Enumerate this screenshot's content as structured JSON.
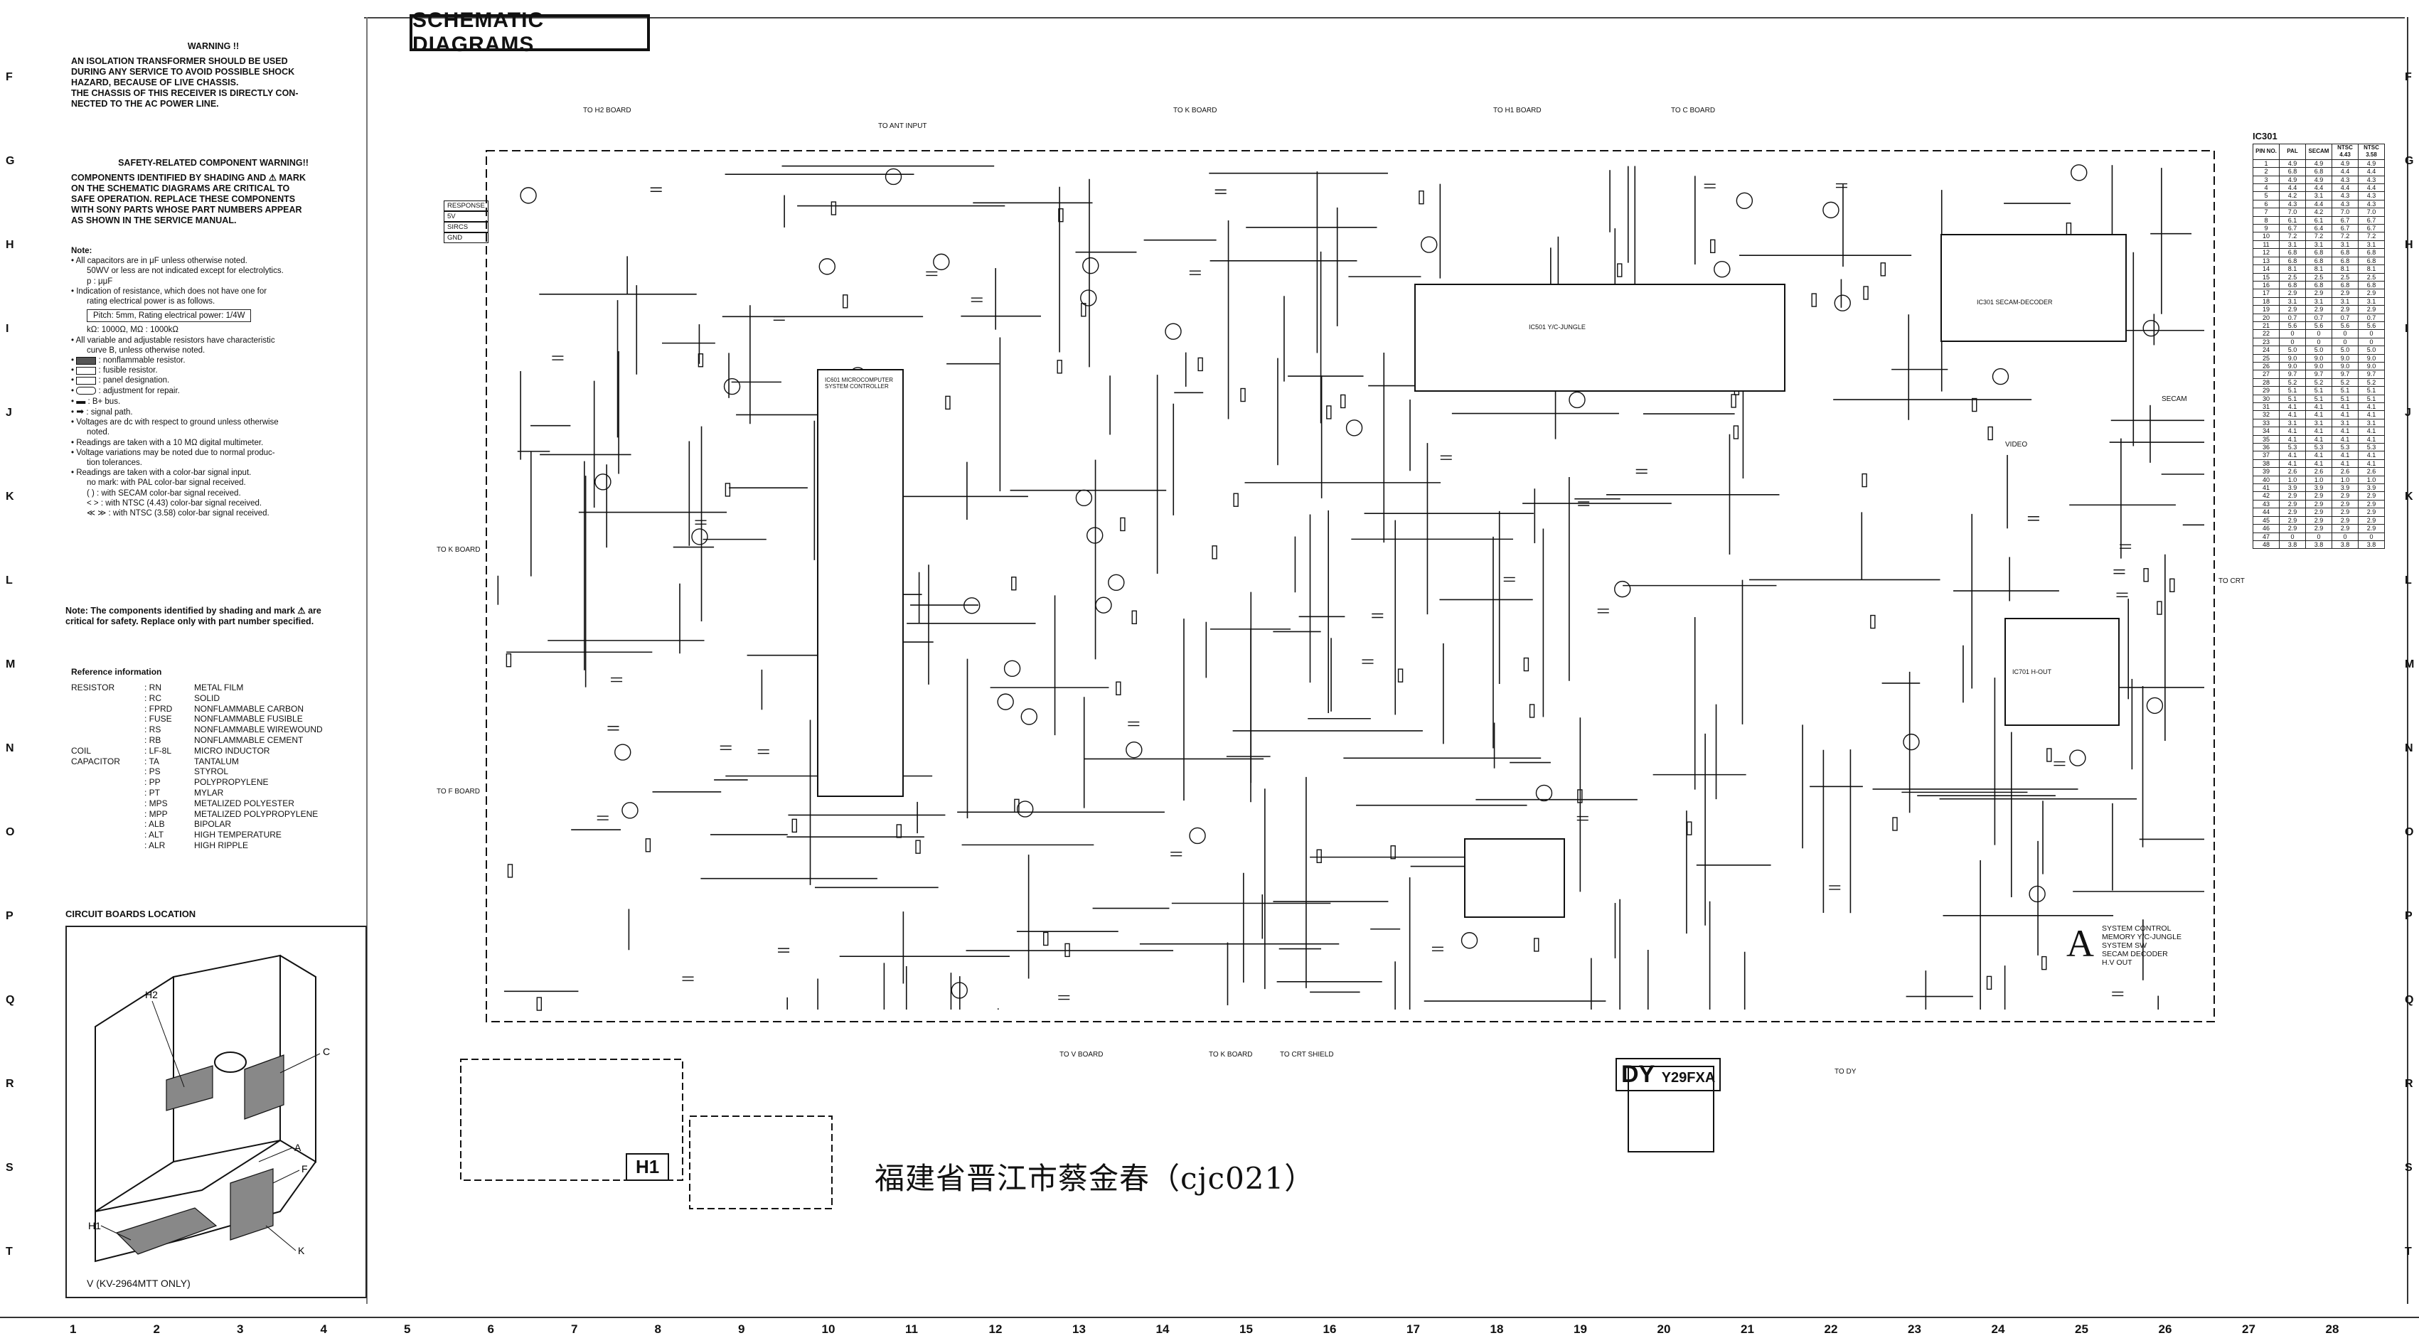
{
  "title": "SCHEMATIC DIAGRAMS",
  "warning": {
    "heading": "WARNING !!",
    "lines": [
      "AN ISOLATION TRANSFORMER SHOULD BE USED",
      "DURING ANY SERVICE TO AVOID POSSIBLE SHOCK",
      "HAZARD, BECAUSE OF LIVE CHASSIS.",
      "THE CHASSIS OF THIS RECEIVER IS DIRECTLY CON-",
      "NECTED TO THE AC POWER LINE."
    ]
  },
  "safety": {
    "heading": "SAFETY-RELATED COMPONENT WARNING!!",
    "lines": [
      "COMPONENTS IDENTIFIED BY SHADING AND ⚠ MARK",
      "ON THE SCHEMATIC DIAGRAMS ARE CRITICAL TO",
      "SAFE OPERATION. REPLACE THESE COMPONENTS",
      "WITH SONY PARTS WHOSE PART NUMBERS APPEAR",
      "AS SHOWN IN THE SERVICE MANUAL."
    ]
  },
  "note": {
    "heading": "Note:",
    "items": [
      "All capacitors are in μF unless otherwise noted.",
      "50WV or less are not indicated except for electrolytics.",
      "p : μμF",
      "Indication of resistance, which does not have one for",
      "rating electrical power is as follows.",
      "Pitch: 5mm, Rating electrical power: 1/4W",
      "kΩ: 1000Ω, MΩ : 1000kΩ",
      "All variable and adjustable resistors have characteristic",
      "curve B, unless otherwise noted.",
      ": nonflammable resistor.",
      ": fusible resistor.",
      ": panel designation.",
      ": adjustment for repair.",
      ": B+ bus.",
      ": signal path.",
      "Voltages are dc with respect to ground unless otherwise",
      "noted.",
      "Readings are taken with a 10 MΩ digital multimeter.",
      "Voltage variations may be noted due to normal produc-",
      "tion tolerances.",
      "Readings are taken with a color-bar signal input.",
      "no mark: with PAL color-bar signal received.",
      "( ) : with SECAM color-bar signal received.",
      "< > : with NTSC (4.43) color-bar signal received.",
      "≪ ≫ : with NTSC (3.58) color-bar signal received."
    ]
  },
  "note_box": "Note: The components identified by shading and mark ⚠ are critical for safety. Replace only with part number specified.",
  "reference": {
    "heading": "Reference information",
    "rows": [
      [
        "RESISTOR",
        ": RN",
        "METAL FILM"
      ],
      [
        "",
        ": RC",
        "SOLID"
      ],
      [
        "",
        ": FPRD",
        "NONFLAMMABLE CARBON"
      ],
      [
        "",
        ": FUSE",
        "NONFLAMMABLE FUSIBLE"
      ],
      [
        "",
        ": RS",
        "NONFLAMMABLE WIREWOUND"
      ],
      [
        "",
        ": RB",
        "NONFLAMMABLE CEMENT"
      ],
      [
        "COIL",
        ": LF-8L",
        "MICRO INDUCTOR"
      ],
      [
        "CAPACITOR",
        ": TA",
        "TANTALUM"
      ],
      [
        "",
        ": PS",
        "STYROL"
      ],
      [
        "",
        ": PP",
        "POLYPROPYLENE"
      ],
      [
        "",
        ": PT",
        "MYLAR"
      ],
      [
        "",
        ": MPS",
        "METALIZED POLYESTER"
      ],
      [
        "",
        ": MPP",
        "METALIZED POLYPROPYLENE"
      ],
      [
        "",
        ": ALB",
        "BIPOLAR"
      ],
      [
        "",
        ": ALT",
        "HIGH TEMPERATURE"
      ],
      [
        "",
        ": ALR",
        "HIGH RIPPLE"
      ]
    ]
  },
  "locations": {
    "heading": "CIRCUIT BOARDS LOCATION",
    "labels": [
      "H2",
      "C",
      "A",
      "F",
      "H1",
      "K"
    ],
    "caption": "V (KV-2964MTT ONLY)"
  },
  "row_letters": [
    "F",
    "G",
    "H",
    "I",
    "J",
    "K",
    "L",
    "M",
    "N",
    "O",
    "P",
    "Q",
    "R",
    "S",
    "T"
  ],
  "col_numbers": [
    "1",
    "2",
    "3",
    "4",
    "5",
    "6",
    "7",
    "8",
    "9",
    "10",
    "11",
    "12",
    "13",
    "14",
    "15",
    "16",
    "17",
    "18",
    "19",
    "20",
    "21",
    "22",
    "23",
    "24",
    "25",
    "26",
    "27",
    "28"
  ],
  "ic_table": {
    "title": "IC301",
    "headers": [
      "PIN NO.",
      "PAL",
      "SECAM",
      "NTSC 4.43",
      "NTSC 3.58"
    ],
    "rows": [
      [
        "1",
        "4.9",
        "4.9",
        "4.9",
        "4.9"
      ],
      [
        "2",
        "6.8",
        "6.8",
        "4.4",
        "4.4"
      ],
      [
        "3",
        "4.9",
        "4.9",
        "4.3",
        "4.3"
      ],
      [
        "4",
        "4.4",
        "4.4",
        "4.4",
        "4.4"
      ],
      [
        "5",
        "4.2",
        "3.1",
        "4.3",
        "4.3"
      ],
      [
        "6",
        "4.3",
        "4.4",
        "4.3",
        "4.3"
      ],
      [
        "7",
        "7.0",
        "4.2",
        "7.0",
        "7.0"
      ],
      [
        "8",
        "6.1",
        "6.1",
        "6.7",
        "6.7"
      ],
      [
        "9",
        "6.7",
        "6.4",
        "6.7",
        "6.7"
      ],
      [
        "10",
        "7.2",
        "7.2",
        "7.2",
        "7.2"
      ],
      [
        "11",
        "3.1",
        "3.1",
        "3.1",
        "3.1"
      ],
      [
        "12",
        "6.8",
        "6.8",
        "6.8",
        "6.8"
      ],
      [
        "13",
        "6.8",
        "6.8",
        "6.8",
        "6.8"
      ],
      [
        "14",
        "8.1",
        "8.1",
        "8.1",
        "8.1"
      ],
      [
        "15",
        "2.5",
        "2.5",
        "2.5",
        "2.5"
      ],
      [
        "16",
        "6.8",
        "6.8",
        "6.8",
        "6.8"
      ],
      [
        "17",
        "2.9",
        "2.9",
        "2.9",
        "2.9"
      ],
      [
        "18",
        "3.1",
        "3.1",
        "3.1",
        "3.1"
      ],
      [
        "19",
        "2.9",
        "2.9",
        "2.9",
        "2.9"
      ],
      [
        "20",
        "0.7",
        "0.7",
        "0.7",
        "0.7"
      ],
      [
        "21",
        "5.6",
        "5.6",
        "5.6",
        "5.6"
      ],
      [
        "22",
        "0",
        "0",
        "0",
        "0"
      ],
      [
        "23",
        "0",
        "0",
        "0",
        "0"
      ],
      [
        "24",
        "5.0",
        "5.0",
        "5.0",
        "5.0"
      ],
      [
        "25",
        "9.0",
        "9.0",
        "9.0",
        "9.0"
      ],
      [
        "26",
        "9.0",
        "9.0",
        "9.0",
        "9.0"
      ],
      [
        "27",
        "9.7",
        "9.7",
        "9.7",
        "9.7"
      ],
      [
        "28",
        "5.2",
        "5.2",
        "5.2",
        "5.2"
      ],
      [
        "29",
        "5.1",
        "5.1",
        "5.1",
        "5.1"
      ],
      [
        "30",
        "5.1",
        "5.1",
        "5.1",
        "5.1"
      ],
      [
        "31",
        "4.1",
        "4.1",
        "4.1",
        "4.1"
      ],
      [
        "32",
        "4.1",
        "4.1",
        "4.1",
        "4.1"
      ],
      [
        "33",
        "3.1",
        "3.1",
        "3.1",
        "3.1"
      ],
      [
        "34",
        "4.1",
        "4.1",
        "4.1",
        "4.1"
      ],
      [
        "35",
        "4.1",
        "4.1",
        "4.1",
        "4.1"
      ],
      [
        "36",
        "5.3",
        "5.3",
        "5.3",
        "5.3"
      ],
      [
        "37",
        "4.1",
        "4.1",
        "4.1",
        "4.1"
      ],
      [
        "38",
        "4.1",
        "4.1",
        "4.1",
        "4.1"
      ],
      [
        "39",
        "2.6",
        "2.6",
        "2.6",
        "2.6"
      ],
      [
        "40",
        "1.0",
        "1.0",
        "1.0",
        "1.0"
      ],
      [
        "41",
        "3.9",
        "3.9",
        "3.9",
        "3.9"
      ],
      [
        "42",
        "2.9",
        "2.9",
        "2.9",
        "2.9"
      ],
      [
        "43",
        "2.9",
        "2.9",
        "2.9",
        "2.9"
      ],
      [
        "44",
        "2.9",
        "2.9",
        "2.9",
        "2.9"
      ],
      [
        "45",
        "2.9",
        "2.9",
        "2.9",
        "2.9"
      ],
      [
        "46",
        "2.9",
        "2.9",
        "2.9",
        "2.9"
      ],
      [
        "47",
        "0",
        "0",
        "0",
        "0"
      ],
      [
        "48",
        "3.8",
        "3.8",
        "3.8",
        "3.8"
      ]
    ]
  },
  "boards": {
    "to_h2": "TO H2 BOARD",
    "to_ant": "TO ANT INPUT",
    "to_k_top": "TO K BOARD",
    "to_c_top": "TO C BOARD",
    "to_h1": "TO H1 BOARD",
    "to_k_left": "TO K BOARD",
    "to_f": "TO F BOARD",
    "to_crt": "TO CRT",
    "to_dy": "TO DY",
    "to_v": "TO V BOARD",
    "to_k_bottom": "TO K BOARD",
    "to_crt_shield": "TO CRT SHIELD",
    "video": "VIDEO",
    "secam": "SECAM",
    "h1_connector": [
      "RESPONSE",
      "5V",
      "SIRCS",
      "GND"
    ]
  },
  "board_a": {
    "letter": "A",
    "desc": [
      "SYSTEM CONTROL",
      "MEMORY  Y/C-JUNGLE",
      "SYSTEM SW",
      "SECAM DECODER",
      "H.V OUT"
    ]
  },
  "dy_label": {
    "main": "DY",
    "model": "Y29FXA"
  },
  "h1_label": "H1",
  "watermark": "福建省晋江市蔡金春（cjc021）",
  "ic_labels": [
    "IC601 MICROCOMPUTER SYSTEM CONTROLLER",
    "IC301 SECAM-DECODER",
    "IC501 Y/C-JUNGLE",
    "IC701 H-OUT"
  ]
}
